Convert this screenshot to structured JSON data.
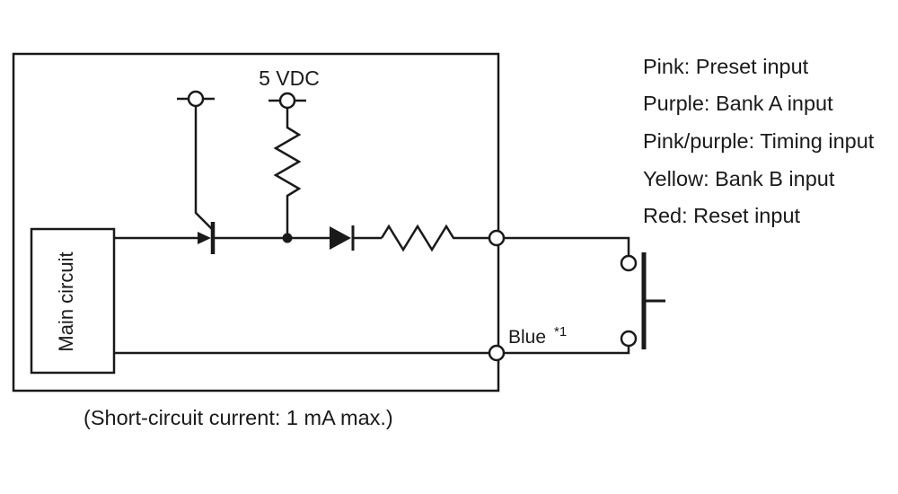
{
  "colors": {
    "ink": "#1a1a1a",
    "background": "#ffffff"
  },
  "schematic": {
    "supply_label": "5 VDC",
    "main_circuit_label": "Main circuit",
    "output_wire_label": "Blue",
    "output_wire_footnote": "*1",
    "caption": "(Short-circuit current: 1 mA max.)"
  },
  "legend": {
    "items": [
      "Pink: Preset input",
      "Purple: Bank A input",
      "Pink/purple: Timing input",
      "Yellow: Bank B input",
      "Red: Reset input"
    ]
  }
}
